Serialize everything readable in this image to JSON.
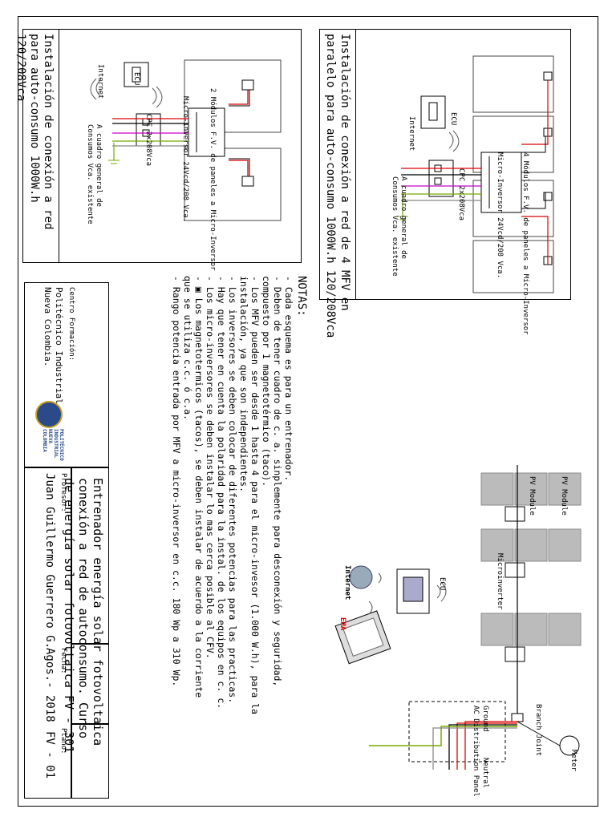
{
  "panels": {
    "left": {
      "title": "Instalación de conexión a red para auto-consumo 1000W.h 120/208Vca",
      "label_modules": "2 Módulos F.V. de paneles a Micro-Inversor",
      "label_micro": "Micro-Inversor 24Vcd/208 Vca.",
      "label_ecu": "ECU",
      "label_internet": "Internet",
      "label_cpc": "CPC 2x208Vca",
      "label_cuadro": "A cuadro general de Consumos Vca. existente"
    },
    "right": {
      "title_line1": "Instalación de conexión a red de 4 MFV en",
      "title_line2": "paralelo para auto-consumo 1000W.h 120/208Vca",
      "label_modules": "4 Módulos F.V. de paneles a Micro-Inversor",
      "label_micro": "Micro-Inversor 24Vcd/208 Vca.",
      "label_ecu": "ECU",
      "label_internet": "Internet",
      "label_cpc": "CPC 2x208Vca",
      "label_cuadro": "A cuadro general de Consumos Vca. existente"
    }
  },
  "notes": {
    "heading": "NOTAS:",
    "items": [
      "- Cada esquema es para un entrenador.",
      "- Deben de tener cuadro de c. a. sinplemente para desconexión y seguridad,",
      "  compuesto por 1 magnetotérmico (taco).",
      "- Los MFV pueden ser desde 1 hasta 4 para el micro-invesor (1.000 W.h), para la",
      "  instalación, ya que son independientes.",
      "- Los inversores se deben colocar de diferentes potencias para las practicas.",
      "- Hay que tener en cuenta la polaridad para la instal. de los equipos en c. c.",
      "- Los micro-inversores se deben instalar lo mas cerca posible al CFV.",
      "- ▣ Los magnetotermicos (tacos), se deben instalar de acuerdo a la corriente",
      "  que se utiliza c.c. ó c.a.",
      "- Rango potencia entrada por MFV a micro-inversor en c.c. 180 Wp a 310 Wp."
    ]
  },
  "reference_diagram": {
    "label_pv1": "PV Module",
    "label_pv2": "PV Module",
    "label_micro": "Microinverter",
    "label_ecu": "ECU",
    "label_internet": "Internet",
    "label_ema": "EMA",
    "label_branch": "Branch Joint",
    "label_meter": "Meter",
    "label_ground": "Ground",
    "label_acpanel": "AC Distribution Panel",
    "label_neutral": "Neutral"
  },
  "title_block": {
    "centro_label": "Centro Formación:",
    "centro_line1": "Politécnico Industrial",
    "centro_line2": "Nueva Colombia.",
    "logo_text": "POLITÉCNICO INDUSTRIAL NUEVA COLOMBIA",
    "title_line1": "Entrenador energía solar fotovoltaica",
    "title_line2": "conexión a red de autoconsumo. Curso",
    "title_line3": "de energía solar fotovoltaica FV - 301",
    "profesor_label": "Profesor:",
    "profesor_name": "Juan Guillermo Guerrero G.",
    "fecha_label": "Fecha:",
    "fecha_value": "Agos.- 2018",
    "plano_label": "Plano:",
    "plano_value": "FV - 01"
  }
}
